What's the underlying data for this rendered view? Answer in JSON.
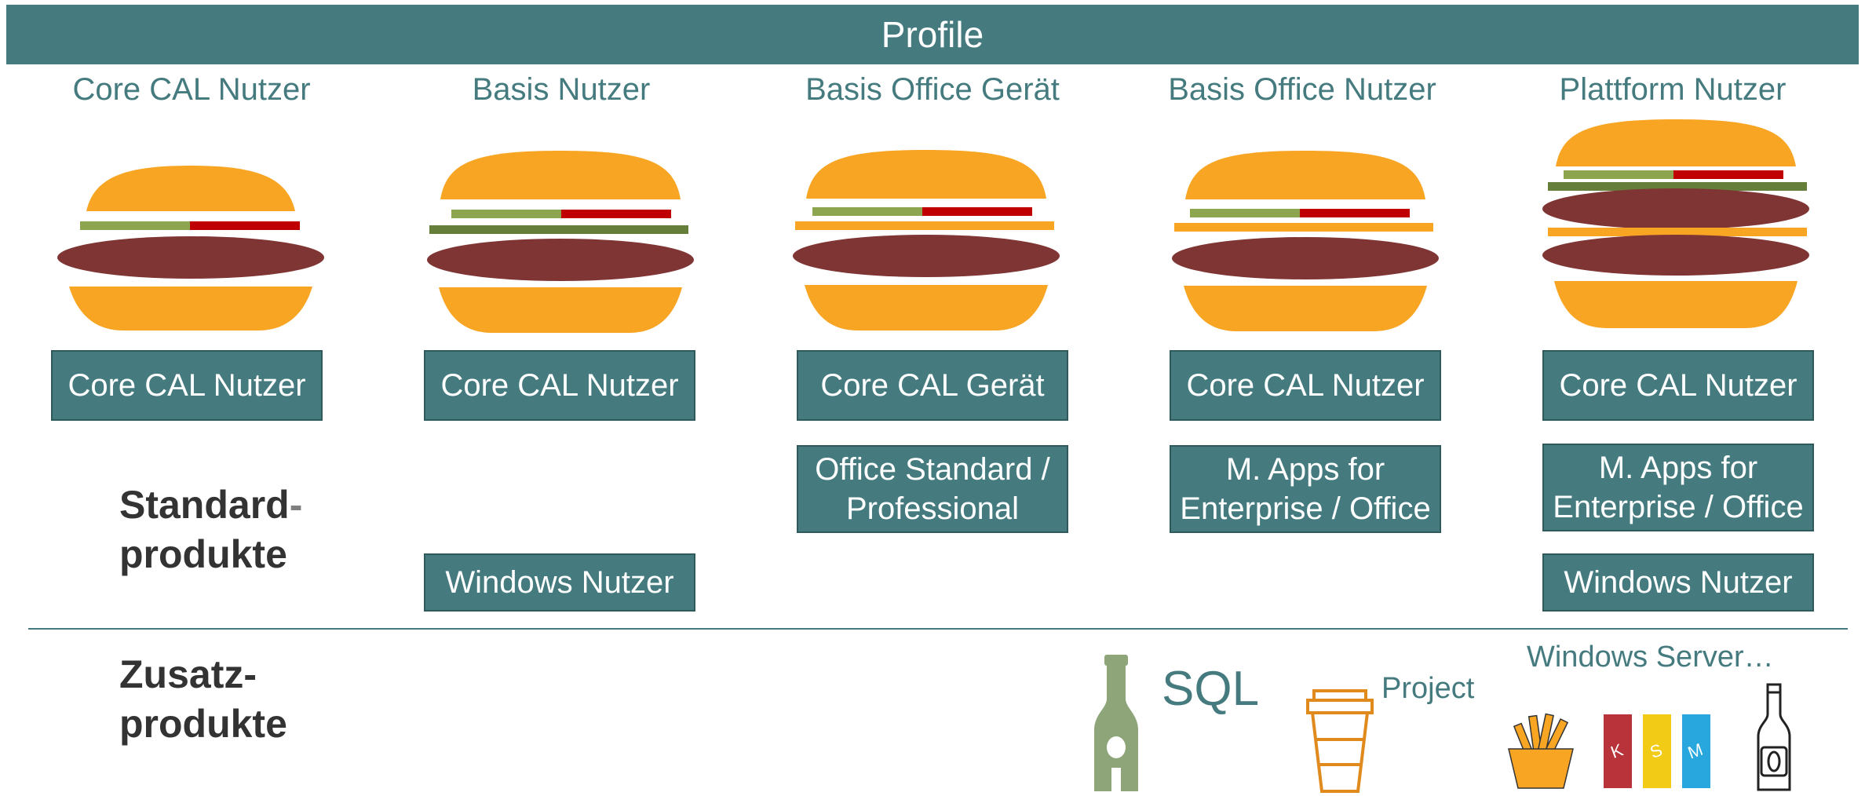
{
  "header": {
    "title": "Profile"
  },
  "columns": [
    {
      "title": "Core CAL Nutzer"
    },
    {
      "title": "Basis Nutzer"
    },
    {
      "title": "Basis Office Gerät"
    },
    {
      "title": "Basis Office Nutzer"
    },
    {
      "title": "Plattform Nutzer"
    }
  ],
  "boxes": {
    "c1_core": "Core CAL Nutzer",
    "c2_core": "Core CAL Nutzer",
    "c2_windows": "Windows Nutzer",
    "c3_core": "Core CAL Gerät",
    "c3_office_l1": "Office Standard /",
    "c3_office_l2": "Professional",
    "c4_core": "Core CAL Nutzer",
    "c4_apps_l1": "M. Apps for",
    "c4_apps_l2": "Enterprise / Office",
    "c5_core": "Core CAL Nutzer",
    "c5_apps_l1": "M. Apps for",
    "c5_apps_l2": "Enterprise / Office",
    "c5_windows": "Windows Nutzer"
  },
  "sections": {
    "standard_l1": "Standard",
    "standard_hyphen": "-",
    "standard_l2": "produkte",
    "zusatz_l1": "Zusatz-",
    "zusatz_l2": "produkte"
  },
  "addons": {
    "sql": "SQL",
    "project": "Project",
    "windows_server": "Windows Server…",
    "can_letters": [
      "K",
      "S",
      "M"
    ]
  },
  "colors": {
    "teal": "#457b7f",
    "bun": "#f8a524",
    "patty": "#803535",
    "lettuce": "#8ea54f",
    "tomato": "#c00000",
    "dark_green": "#657f3b",
    "bottle_green": "#8ea57a"
  }
}
